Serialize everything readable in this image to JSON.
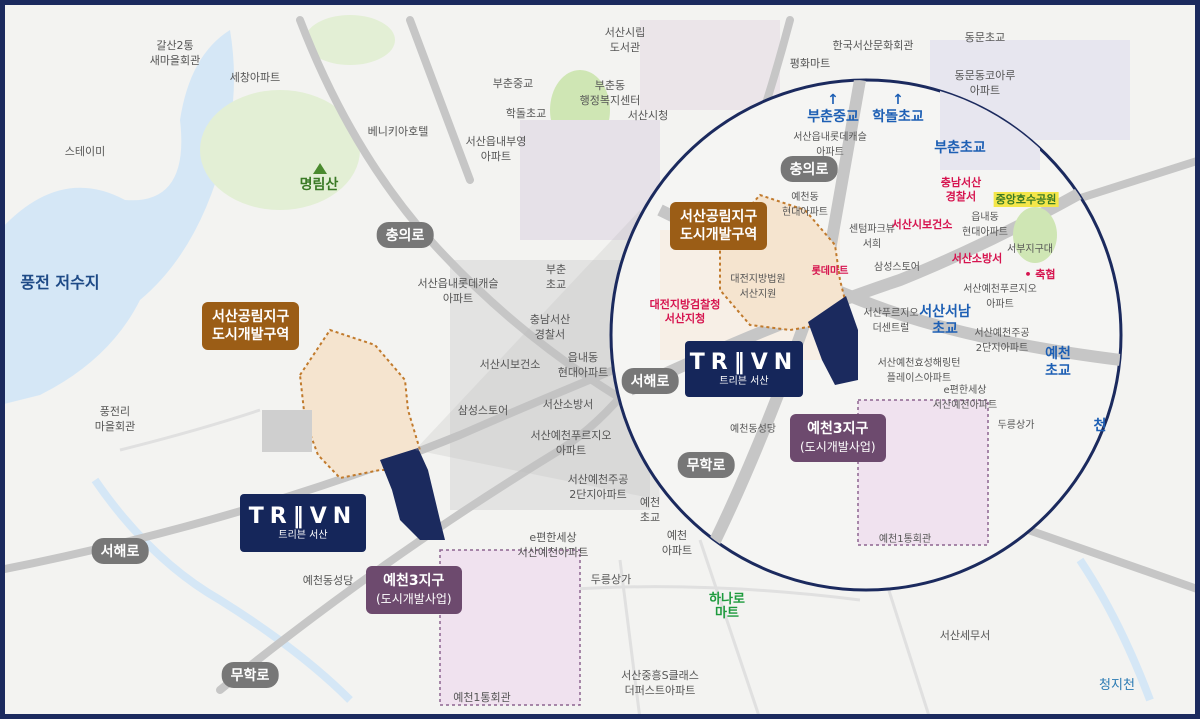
{
  "colors": {
    "frame": "#1b2a5e",
    "brand_box": "#15265a",
    "tag_orange": "#9b5d16",
    "tag_purple": "#6d4a6e",
    "road_pill": "#777777",
    "water": "#d5e7f6",
    "park": "#cfe6b4",
    "redevelop_fill": "#f5e4cf",
    "district_fill": "#f0e2ef"
  },
  "roads": {
    "chungui": "충의로",
    "seohae": "서해로",
    "muhak": "무학로",
    "chungui_zoom": "충의로",
    "seohae_zoom": "서해로",
    "muhak_zoom": "무학로"
  },
  "tags": {
    "redevelop_line1": "서산공림지구",
    "redevelop_line2": "도시개발구역",
    "yecheon_line1": "예천3지구",
    "yecheon_line2": "(도시개발사업)"
  },
  "brand": {
    "logo": "TR‖VN",
    "korean": "트리븐 서산"
  },
  "places": {
    "galsan": "갈산2통\n새마을회관",
    "sechang": "세창아파트",
    "seosan_library": "서산시립\n도서관",
    "hanguk_culture": "한국서산문화회관",
    "dongmun_school": "동문초교",
    "pyeonghwa": "평화마트",
    "buchun_middle": "부춘중교",
    "dongmun_apt": "동문동코아루\n아파트",
    "buchun_dong": "부춘동\n행정복지센터",
    "hakdol": "학돌초교",
    "seosan_city": "서산시청",
    "benikia": "베니키아호텔",
    "steimi": "스테이미",
    "eupnae_apt": "서산읍내부영\n아파트",
    "myeongnim": "명림산",
    "pungjeon": "풍전 저수지",
    "lotte_castle": "서산읍내롯데캐슬\n아파트",
    "buchun_school": "부춘\n초교",
    "police": "충남서산\n경찰서",
    "health": "서산시보건소",
    "hyundai": "읍내동\n현대아파트",
    "fire": "서산소방서",
    "pungjeonri": "풍전리\n마을회관",
    "samsung": "삼성스토어",
    "prugio": "서산예천푸르지오\n아파트",
    "jugong": "서산예천주공\n2단지아파트",
    "yecheon_school": "예천\n초교",
    "yecheon_apt": "예천\n아파트",
    "epyunhan": "e편한세상\n서산예천아파트",
    "yecheon_church": "예천동성당",
    "dureung": "두릉상가",
    "hanaro": "하나로\n마트",
    "seosan_tax": "서산세무서",
    "yecheon1": "예천1통회관",
    "jungheung": "서산중흥S클래스\n더퍼스트아파트",
    "cheongji": "청지천"
  },
  "zoom_places": {
    "buchun_middle": "↑\n부춘중교",
    "hakdol": "↑\n학돌초교",
    "buchun_school": "부춘초교",
    "police": "충남서산\n경찰서",
    "central_park": "중앙호수공원",
    "eupnae_apt": "서산읍내롯데캐슬\n아파트",
    "yecheon_dong": "예천동\n현대아파트",
    "centum": "센텀파크뷰\n서희",
    "health": "서산시보건소",
    "eupnae_hyundai": "읍내동\n현대아파트",
    "seobu": "서부지구대",
    "fire": "서산소방서",
    "nonghyup": "• 축협",
    "court": "대전지방법원\n서산지원",
    "lotte": "롯데마트",
    "samsung": "삼성스토어",
    "prosecutor": "대전지방검찰청\n서산지청",
    "prugio_the": "서산푸르지오\n더센트럴",
    "prugio": "서산예천푸르지오\n아파트",
    "seonam": "서산서남\n초교",
    "jugong": "서산예천주공\n2단지아파트",
    "yecheon_school": "예천\n초교",
    "hyoseong": "서산예천효성해링턴\n플레이스아파트",
    "epyunhan": "e편한세상\n서산예천아파트",
    "yecheon_church": "예천동성당",
    "dureung": "두릉상가",
    "yecheon1": "예천1통회관",
    "cheon": "천"
  }
}
